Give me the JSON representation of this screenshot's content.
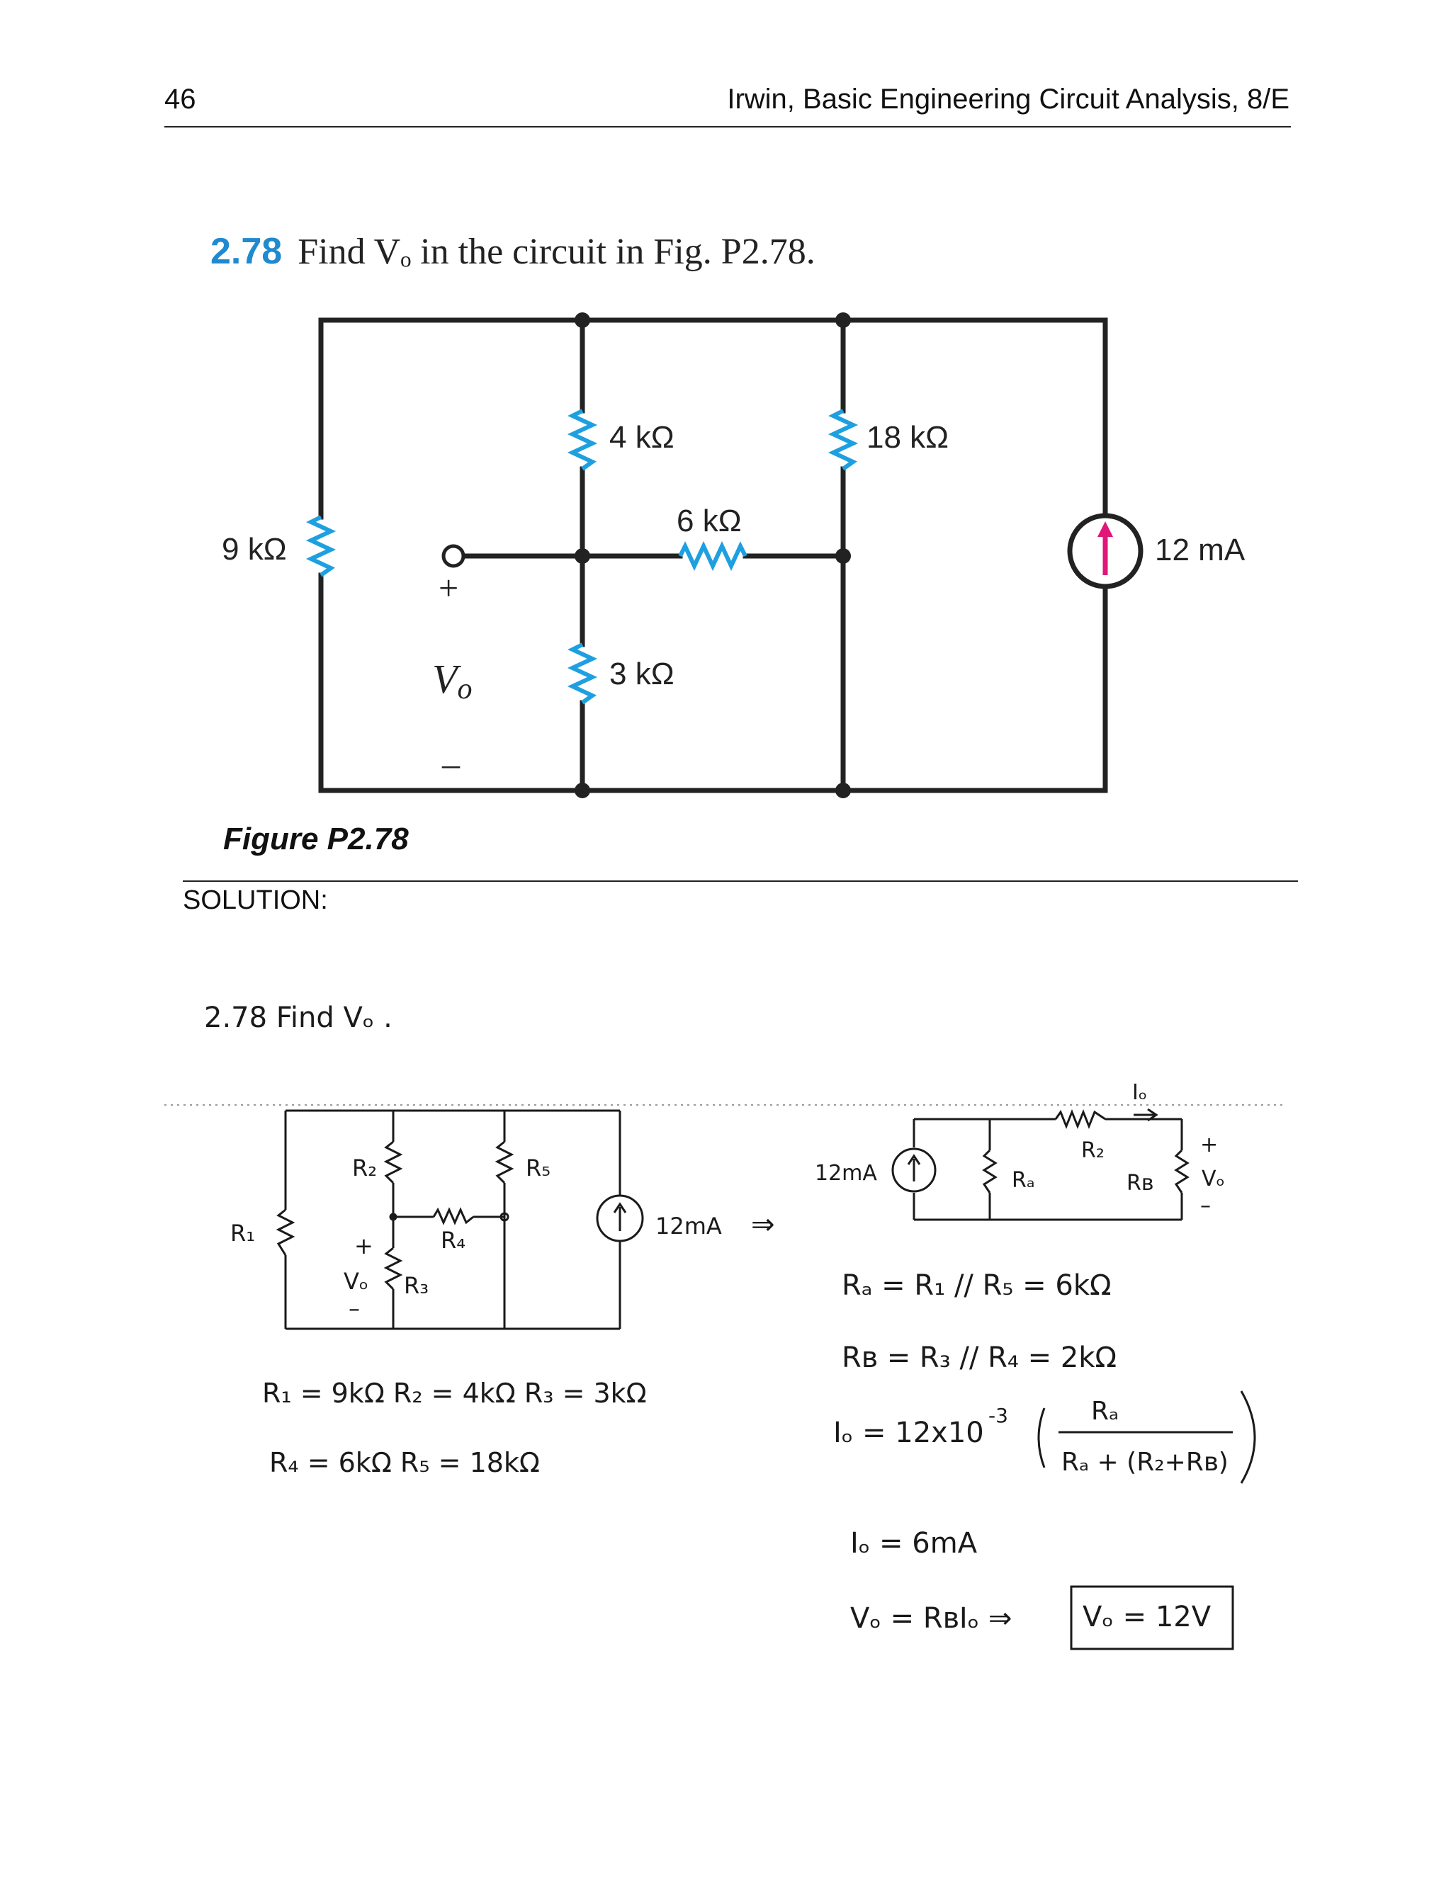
{
  "header": {
    "page_number": "46",
    "running_title": "Irwin, Basic Engineering Circuit Analysis, 8/E"
  },
  "problem": {
    "number": "2.78",
    "statement": "Find Vₒ in the circuit in Fig. P2.78."
  },
  "figure": {
    "caption": "Figure P2.78",
    "labels": {
      "r4": "4 kΩ",
      "r18": "18 kΩ",
      "r6": "6 kΩ",
      "r9": "9 kΩ",
      "r3": "3 kΩ",
      "source": "12 mA",
      "vo_plus": "+",
      "vo_minus": "–",
      "vo_v": "V",
      "vo_sub": "o"
    },
    "colors": {
      "resistor": "#1ea0e0",
      "source_arrow": "#e0167a",
      "wire": "#222222"
    }
  },
  "solution": {
    "label": "SOLUTION:",
    "handwritten": {
      "title": "2.78  Find Vₒ .",
      "left_circuit": {
        "r1": "R₁",
        "r2": "R₂",
        "r3": "R₃",
        "r4": "R₄",
        "r5": "R₅",
        "vo_plus": "+",
        "vo": "Vₒ",
        "vo_minus": "–",
        "source": "12mA",
        "arrow": "⇒"
      },
      "values_line1": "R₁ = 9kΩ   R₂ = 4kΩ   R₃ = 3kΩ",
      "values_line2": "R₄ = 6kΩ     R₅ = 18kΩ",
      "right_circuit": {
        "source": "12mA",
        "ra": "Rₐ",
        "rz": "R₂",
        "rb": "Rʙ",
        "io": "Iₒ",
        "vo_plus": "+",
        "vo": "Vₒ",
        "vo_minus": "–"
      },
      "eq_ra": "Rₐ = R₁ // R₅ = 6kΩ",
      "eq_rb": "Rʙ = R₃ // R₄ = 2kΩ",
      "eq_io_left": "Iₒ = 12x10",
      "eq_io_exp": "-3",
      "eq_io_num": "Rₐ",
      "eq_io_den": "Rₐ + (R₂+Rʙ)",
      "eq_io_result": "Iₒ = 6mA",
      "eq_vo": "Vₒ = RʙIₒ ⇒",
      "answer": "Vₒ = 12V"
    }
  }
}
